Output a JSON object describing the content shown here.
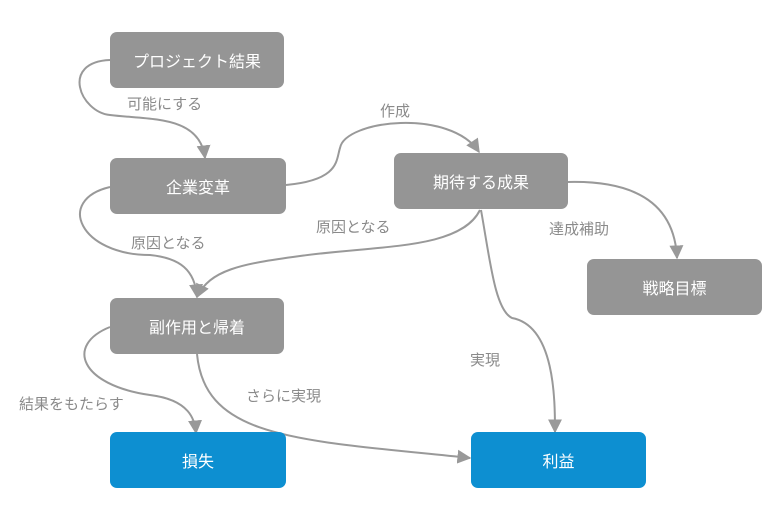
{
  "nodes": {
    "project_result": "プロジェクト結果",
    "corporate_change": "企業変革",
    "expected_outcome": "期待する成果",
    "strategic_goal": "戦略目標",
    "side_effects": "副作用と帰着",
    "loss": "損失",
    "profit": "利益"
  },
  "edges": {
    "possible": "可能にする",
    "create": "作成",
    "cause_left": "原因となる",
    "cause_right": "原因となる",
    "achieve_support": "達成補助",
    "realize": "実現",
    "result_brings": "結果をもたらす",
    "further_realize": "さらに実現"
  },
  "colors": {
    "gray_node": "#959595",
    "blue_node": "#0d8fd1",
    "connector": "#999999",
    "edge_label": "#8a8a8a"
  }
}
